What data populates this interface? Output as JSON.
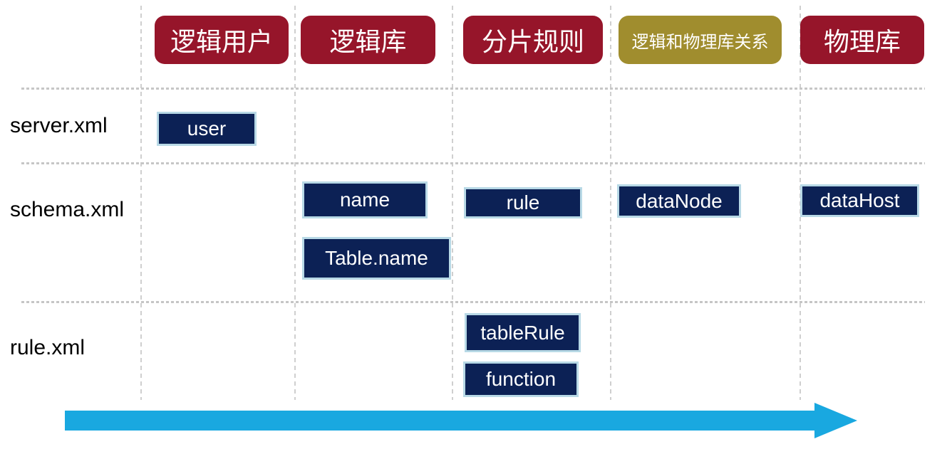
{
  "columns": [
    {
      "id": "logical-user",
      "label": "逻辑用户",
      "color": "#96152A"
    },
    {
      "id": "logical-db",
      "label": "逻辑库",
      "color": "#96152A"
    },
    {
      "id": "sharding-rule",
      "label": "分片规则",
      "color": "#96152A"
    },
    {
      "id": "logical-physical-relation",
      "label": "逻辑和物理库关系",
      "color": "#A08D2E"
    },
    {
      "id": "physical-db",
      "label": "物理库",
      "color": "#96152A"
    }
  ],
  "rows": [
    {
      "file": "server.xml",
      "items": [
        {
          "label": "user",
          "column": "逻辑用户"
        }
      ]
    },
    {
      "file": "schema.xml",
      "items": [
        {
          "label": "name",
          "column": "逻辑库"
        },
        {
          "label": "Table.name",
          "column": "逻辑库"
        },
        {
          "label": "rule",
          "column": "分片规则"
        },
        {
          "label": "dataNode",
          "column": "逻辑和物理库关系"
        },
        {
          "label": "dataHost",
          "column": "物理库"
        }
      ]
    },
    {
      "file": "rule.xml",
      "items": [
        {
          "label": "tableRule",
          "column": "分片规则"
        },
        {
          "label": "function",
          "column": "分片规则"
        }
      ]
    }
  ],
  "arrow": {
    "direction": "right"
  },
  "colors": {
    "header_red": "#96152A",
    "header_olive": "#A08D2E",
    "node_navy": "#0C2155",
    "node_border": "#B8D9E6",
    "arrow_cyan": "#19A8E0",
    "grid_line": "#C9C9C9"
  }
}
